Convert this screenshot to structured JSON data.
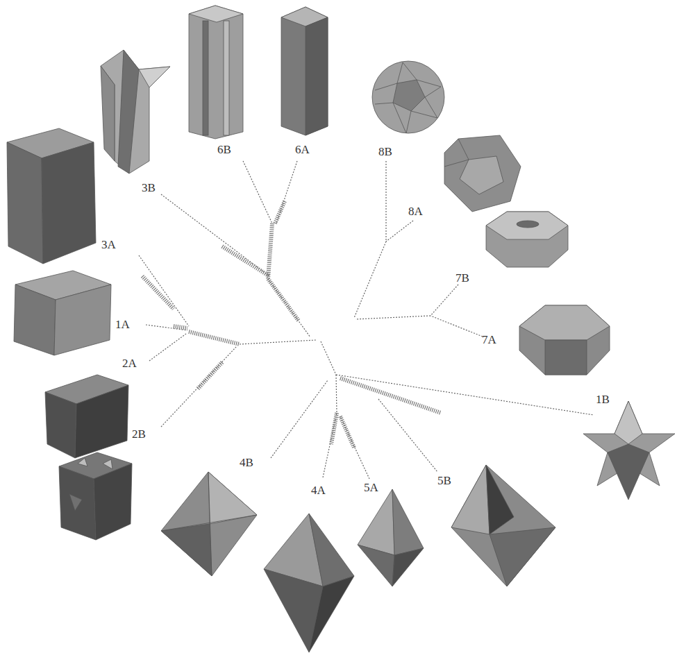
{
  "diagram": {
    "labels": [
      "6B",
      "6A",
      "8B",
      "8A",
      "3B",
      "7B",
      "3A",
      "1A",
      "7A",
      "2A",
      "1B",
      "2B",
      "4B",
      "4A",
      "5A",
      "5B"
    ]
  }
}
